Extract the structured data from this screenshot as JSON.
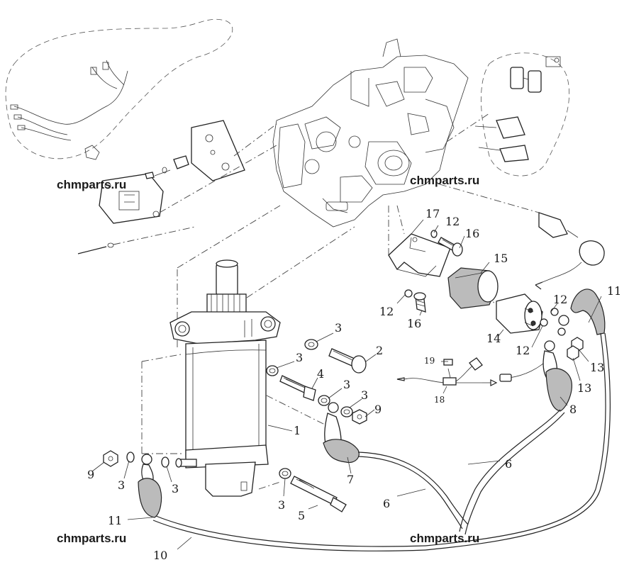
{
  "watermark": "chmparts.ru",
  "callouts": {
    "c1": "1",
    "c2": "2",
    "c3a": "3",
    "c3b": "3",
    "c3c": "3",
    "c3d": "3",
    "c3e": "3",
    "c3f": "3",
    "c3g": "3",
    "c4": "4",
    "c5": "5",
    "c6a": "6",
    "c6b": "6",
    "c7": "7",
    "c8": "8",
    "c9a": "9",
    "c9b": "9",
    "c10": "10",
    "c11a": "11",
    "c11b": "11",
    "c12a": "12",
    "c12b": "12",
    "c12c": "12",
    "c12d": "12",
    "c13a": "13",
    "c13b": "13",
    "c14": "14",
    "c15": "15",
    "c16a": "16",
    "c16b": "16",
    "c17": "17",
    "c18": "18",
    "c19": "19"
  }
}
